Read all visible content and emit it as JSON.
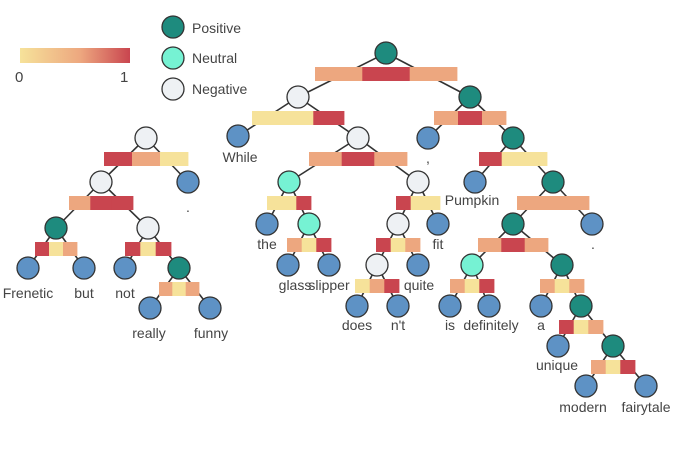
{
  "legend": {
    "items": [
      {
        "label": "Positive",
        "color": "#1e8b7e"
      },
      {
        "label": "Neutral",
        "color": "#76f2d3"
      },
      {
        "label": "Negative",
        "color": "#eef1f4"
      }
    ],
    "scale_min": "0",
    "scale_max": "1",
    "scale_colors": [
      "#f6e29a",
      "#eda77f",
      "#c9454f"
    ]
  },
  "colors": {
    "positive": "#1e8b7e",
    "neutral": "#76f2d3",
    "negative": "#eef1f4",
    "leaf": "#5e92c5",
    "edge": "#333333",
    "low": "#f6e29a",
    "mid": "#eda77f",
    "high": "#c9454f"
  },
  "tree1": {
    "words": [
      "Frenetic",
      "but",
      "not",
      "really",
      "funny",
      "."
    ]
  },
  "tree2": {
    "words": [
      "While",
      "the",
      "glass",
      "slipper",
      "does",
      "n't",
      "quite",
      "fit",
      ",",
      "Pumpkin",
      "is",
      "definitely",
      "a",
      "unique",
      "modern",
      "fairytale",
      "."
    ]
  }
}
